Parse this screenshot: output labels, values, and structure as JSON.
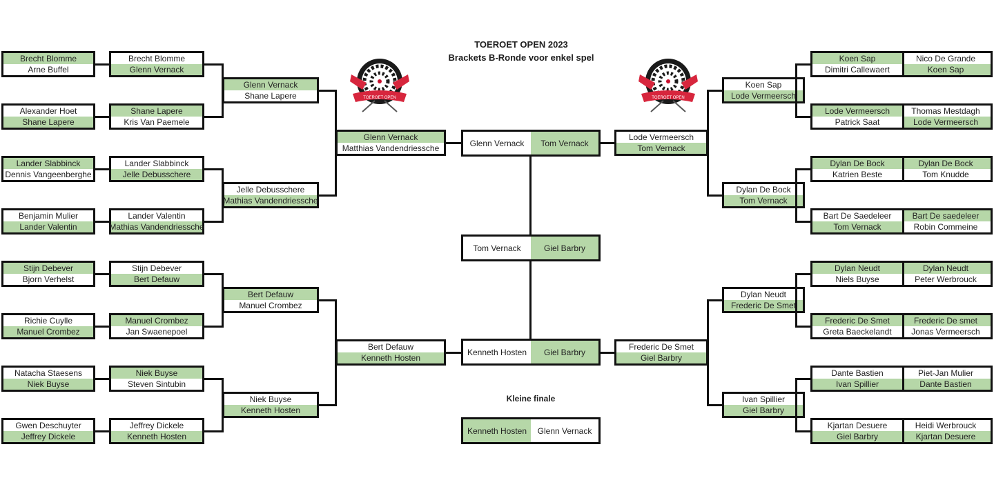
{
  "header": {
    "title": "TOEROET OPEN 2023",
    "subtitle": "Brackets B-Ronde voor enkel spel",
    "logo_text": "TOEROET OPEN"
  },
  "colors": {
    "winner": "#b6d7a8",
    "line": "#111111"
  },
  "left": {
    "r1": [
      {
        "p1": "Brecht Blomme",
        "p2": "Arne Buffel",
        "winner": 1
      },
      {
        "p1": "Alexander Hoet",
        "p2": "Shane Lapere",
        "winner": 2
      },
      {
        "p1": "Lander Slabbinck",
        "p2": "Dennis Vangeenberghe",
        "winner": 1
      },
      {
        "p1": "Benjamin Mulier",
        "p2": "Lander Valentin",
        "winner": 2
      },
      {
        "p1": "Stijn Debever",
        "p2": "Bjorn Verhelst",
        "winner": 1
      },
      {
        "p1": "Richie Cuylle",
        "p2": "Manuel Crombez",
        "winner": 2
      },
      {
        "p1": "Natacha Staesens",
        "p2": "Niek Buyse",
        "winner": 2
      },
      {
        "p1": "Gwen Deschuyter",
        "p2": "Jeffrey Dickele",
        "winner": 2
      }
    ],
    "r2": [
      {
        "p1": "Brecht Blomme",
        "p2": "Glenn Vernack",
        "winner": 2
      },
      {
        "p1": "Shane Lapere",
        "p2": "Kris Van Paemele",
        "winner": 1
      },
      {
        "p1": "Lander Slabbinck",
        "p2": "Jelle Debusschere",
        "winner": 2
      },
      {
        "p1": "Lander Valentin",
        "p2": "Mathias Vandendriessche",
        "winner": 2
      },
      {
        "p1": "Stijn Debever",
        "p2": "Bert Defauw",
        "winner": 2
      },
      {
        "p1": "Manuel Crombez",
        "p2": "Jan Swaenepoel",
        "winner": 1
      },
      {
        "p1": "Niek Buyse",
        "p2": "Steven Sintubin",
        "winner": 1
      },
      {
        "p1": "Jeffrey Dickele",
        "p2": "Kenneth Hosten",
        "winner": 2
      }
    ],
    "r3": [
      {
        "p1": "Glenn Vernack",
        "p2": "Shane Lapere",
        "winner": 1
      },
      {
        "p1": "Jelle Debusschere",
        "p2": "Mathias Vandendriessche",
        "winner": 2
      },
      {
        "p1": "Bert Defauw",
        "p2": "Manuel Crombez",
        "winner": 1
      },
      {
        "p1": "Niek Buyse",
        "p2": "Kenneth Hosten",
        "winner": 2
      }
    ],
    "r4": [
      {
        "p1": "Glenn Vernack",
        "p2": "Matthias Vandendriessche",
        "winner": 1
      },
      {
        "p1": "Bert Defauw",
        "p2": "Kenneth Hosten",
        "winner": 2
      }
    ]
  },
  "right": {
    "r1": [
      {
        "p1": "Nico De Grande",
        "p2": "Koen Sap",
        "winner": 2
      },
      {
        "p1": "Thomas Mestdagh",
        "p2": "Lode Vermeersch",
        "winner": 2
      },
      {
        "p1": "Dylan De Bock",
        "p2": "Tom Knudde",
        "winner": 1
      },
      {
        "p1": "Bart De saedeleer",
        "p2": "Robin Commeine",
        "winner": 1
      },
      {
        "p1": "Dylan Neudt",
        "p2": "Peter Werbrouck",
        "winner": 1
      },
      {
        "p1": "Frederic De smet",
        "p2": "Jonas Vermeersch",
        "winner": 1
      },
      {
        "p1": "Piet-Jan Mulier",
        "p2": "Dante Bastien",
        "winner": 2
      },
      {
        "p1": "Heidi Werbrouck",
        "p2": "Kjartan Desuere",
        "winner": 2
      }
    ],
    "r2": [
      {
        "p1": "Koen Sap",
        "p2": "Dimitri Callewaert",
        "winner": 1
      },
      {
        "p1": "Lode Vermeersch",
        "p2": "Patrick Saat",
        "winner": 1
      },
      {
        "p1": "Dylan De Bock",
        "p2": "Katrien Beste",
        "winner": 1
      },
      {
        "p1": "Bart De Saedeleer",
        "p2": "Tom Vernack",
        "winner": 2
      },
      {
        "p1": "Dylan Neudt",
        "p2": "Niels Buyse",
        "winner": 1
      },
      {
        "p1": "Frederic De Smet",
        "p2": "Greta Baeckelandt",
        "winner": 1
      },
      {
        "p1": "Dante Bastien",
        "p2": "Ivan Spillier",
        "winner": 2
      },
      {
        "p1": "Kjartan Desuere",
        "p2": "Giel Barbry",
        "winner": 2
      }
    ],
    "r3": [
      {
        "p1": "Koen Sap",
        "p2": "Lode Vermeersch",
        "winner": 2
      },
      {
        "p1": "Dylan De Bock",
        "p2": "Tom Vernack",
        "winner": 2
      },
      {
        "p1": "Dylan Neudt",
        "p2": "Frederic De Smet",
        "winner": 2
      },
      {
        "p1": "Ivan Spillier",
        "p2": "Giel Barbry",
        "winner": 2
      }
    ],
    "r4": [
      {
        "p1": "Lode Vermeersch",
        "p2": "Tom Vernack",
        "winner": 2
      },
      {
        "p1": "Frederic De Smet",
        "p2": "Giel Barbry",
        "winner": 2
      }
    ]
  },
  "semis": [
    {
      "p1": "Glenn Vernack",
      "p2": "Tom Vernack",
      "winner": 2
    },
    {
      "p1": "Kenneth Hosten",
      "p2": "Giel Barbry",
      "winner": 2
    }
  ],
  "final": {
    "p1": "Tom Vernack",
    "p2": "Giel Barbry",
    "winner": 2
  },
  "kleine_finale": {
    "label": "Kleine finale",
    "match": {
      "p1": "Kenneth Hosten",
      "p2": "Glenn Vernack",
      "winner": 1
    }
  }
}
